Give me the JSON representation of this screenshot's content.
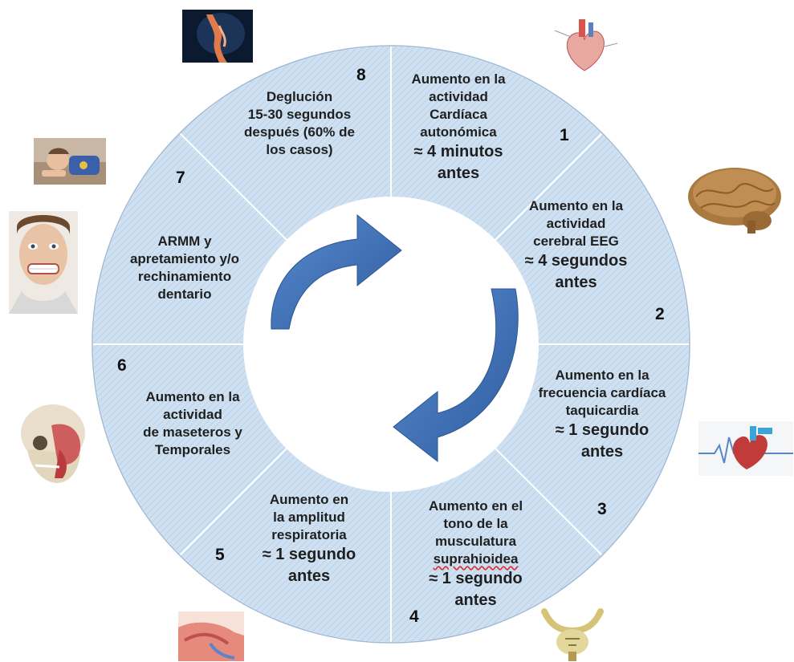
{
  "segments": [
    {
      "num": "1",
      "lines": [
        "Aumento en la",
        "actividad",
        "Cardíaca",
        "autonómica"
      ],
      "timing": [
        "≈ 4 minutos",
        "antes"
      ]
    },
    {
      "num": "2",
      "lines": [
        "Aumento en la",
        "actividad",
        "cerebral EEG"
      ],
      "timing": [
        "≈ 4 segundos",
        "antes"
      ]
    },
    {
      "num": "3",
      "lines": [
        "Aumento en la",
        "frecuencia  cardíaca",
        "taquicardia"
      ],
      "timing": [
        "≈ 1 segundo",
        "antes"
      ]
    },
    {
      "num": "4",
      "lines": [
        "Aumento en el",
        "tono de la",
        "musculatura",
        "suprahioidea"
      ],
      "timing": [
        "≈ 1 segundo",
        "antes"
      ]
    },
    {
      "num": "5",
      "lines": [
        "Aumento en",
        "la amplitud",
        "respiratoria"
      ],
      "timing": [
        "≈ 1 segundo",
        "antes"
      ]
    },
    {
      "num": "6",
      "lines": [
        "Aumento en la",
        "actividad",
        "de maseteros y",
        "Temporales"
      ],
      "timing": []
    },
    {
      "num": "7",
      "lines": [
        "ARMM  y",
        "apretamiento y/o",
        "rechinamiento",
        "dentario"
      ],
      "timing": []
    },
    {
      "num": "8",
      "lines": [
        "Deglución",
        "15-30 segundos",
        "después (60% de",
        "los casos)"
      ],
      "timing": []
    }
  ],
  "images": [
    {
      "name": "throat-swallow-image"
    },
    {
      "name": "heart-anatomy-image"
    },
    {
      "name": "brain-image"
    },
    {
      "name": "heart-ecg-image"
    },
    {
      "name": "hyoid-bone-image"
    },
    {
      "name": "airway-mouth-image"
    },
    {
      "name": "skull-muscles-image"
    },
    {
      "name": "clenching-face-image"
    },
    {
      "name": "sleeping-child-image"
    }
  ],
  "colors": {
    "segment_fill": "#cfe0f1",
    "segment_border": "#ffffff",
    "arrow": "#3d6fb3",
    "arrow_dark": "#2a5592",
    "text": "#1f1f1f"
  }
}
